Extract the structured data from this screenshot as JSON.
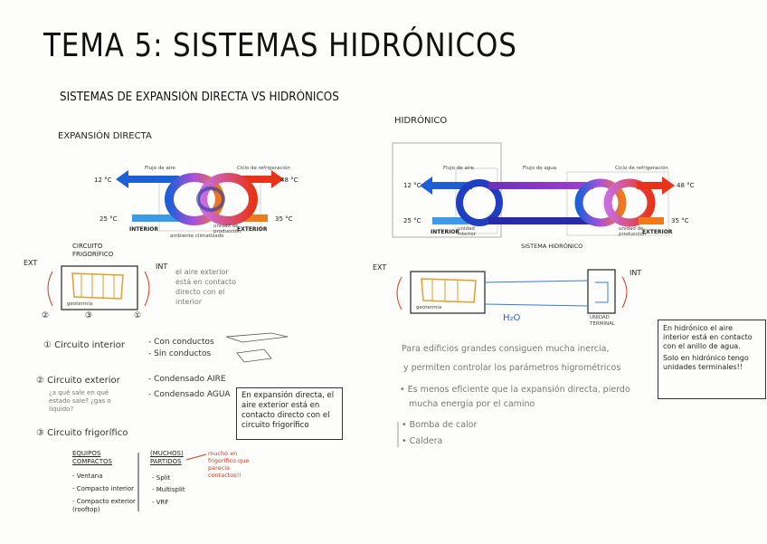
{
  "title": "TEMA 5: SISTEMAS HIDRÓNICOS",
  "subtitle": "SISTEMAS DE EXPANSIÓN DIRECTA VS HIDRÓNICOS",
  "left": {
    "heading": "EXPANSIÓN DIRECTA",
    "diagram": {
      "t_left_top": "12 °C",
      "t_left_bottom": "25 °C",
      "t_right_top": "48 °C",
      "t_right_bottom": "35 °C",
      "flujo_aire": "Flujo de aire",
      "ciclo_refrigeracion": "Ciclo de refrigeración",
      "interior": "INTERIOR",
      "exterior": "EXTERIOR",
      "unidad_produccion": "unidad de producción",
      "ambiente": "ambiente climatizado"
    },
    "circuito_label": "CIRCUITO FRIGORÍFICO",
    "ext": "EXT",
    "int": "INT",
    "geotubo": "geotermia",
    "num1": "②",
    "num2": "③",
    "num3": "①",
    "int_note": "el aire exterior está en contacto directo con el interior",
    "items": [
      {
        "label": "① Circuito interior",
        "opts": [
          "- Con conductos",
          "- Sin conductos"
        ]
      },
      {
        "label": "② Circuito exterior",
        "q": "¿a qué sale en qué estado sale? ¿gas o líquido?",
        "opts": [
          "- Condensado AIRE",
          "- Condensado AGUA"
        ]
      },
      {
        "label": "③ Circuito frigorífico"
      }
    ],
    "box_note": "En expansión directa, el aire exterior está en contacto directo con el circuito frigorífico",
    "equipos_head": "EQUIPOS COMPACTOS",
    "equipos": [
      "- Ventana",
      "- Compacto interior",
      "- Compacto exterior (rooftop)"
    ],
    "partidos_head": "(MUCHOS) PARTIDOS",
    "partidos": [
      "- Split",
      "- Multisplit",
      "- VRF"
    ],
    "red_note": "mucho en frigorífico que parecía contactos!!"
  },
  "right": {
    "heading": "HIDRÓNICO",
    "diagram": {
      "t_left_top": "12 °C",
      "t_left_bottom": "25 °C",
      "t_right_top": "48 °C",
      "t_right_bottom": "35 °C",
      "flujo_aire": "Flujo de aire",
      "flujo_agua": "Flujo de agua",
      "ciclo_refrigeracion": "Ciclo de refrigeración",
      "interior": "INTERIOR",
      "exterior": "EXTERIOR",
      "unidad_interior": "unidad interior",
      "unidad_produccion": "unidad de producción",
      "sistema": "SISTEMA HIDRÓNICO"
    },
    "ext": "EXT",
    "int": "INT",
    "h2o": "H₂O",
    "geotubo": "geotermia",
    "unidad_terminal": "UNIDAD TERMINAL",
    "notes": [
      "Para edificios grandes consiguen mucha inercia,",
      "y permiten controlar los parámetros higrométricos",
      "• Es menos eficiente que la expansión directa, pierdo",
      "mucha energía por el camino",
      "• Bomba de calor",
      "• Caldera"
    ],
    "box_note": "En hidrónico el aire interior está en contacto con el anillo de agua.",
    "box_red": "Solo en hidrónico tengo unidades terminales!!"
  },
  "colors": {
    "cold": "#1f5fd6",
    "hot": "#e8331a",
    "orange": "#f07a1a",
    "purple": "#8a3fd0",
    "red_note": "#d8361b"
  }
}
